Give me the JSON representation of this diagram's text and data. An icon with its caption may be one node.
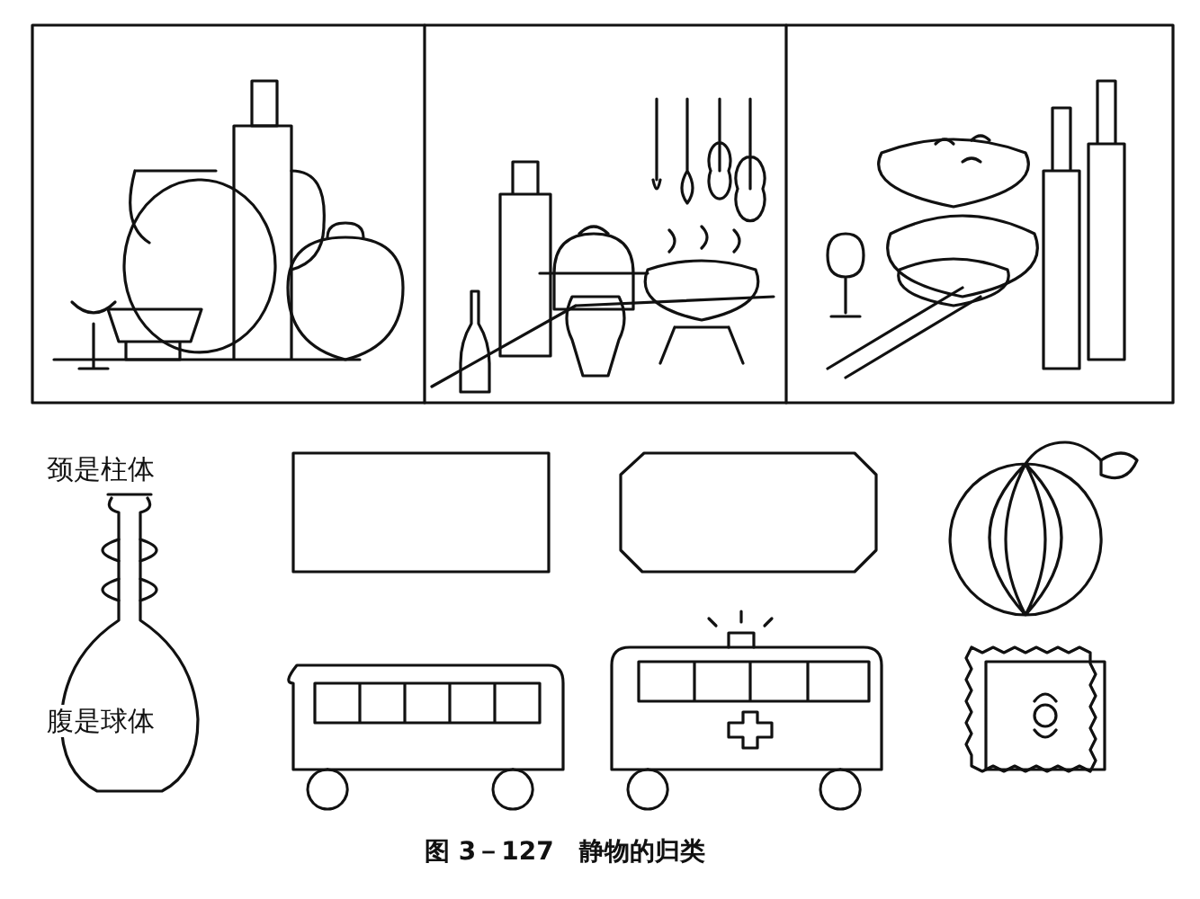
{
  "diagram": {
    "caption": "图 3－127　静物的归类",
    "labels": [
      "颈是柱体",
      "腹是球体"
    ]
  }
}
